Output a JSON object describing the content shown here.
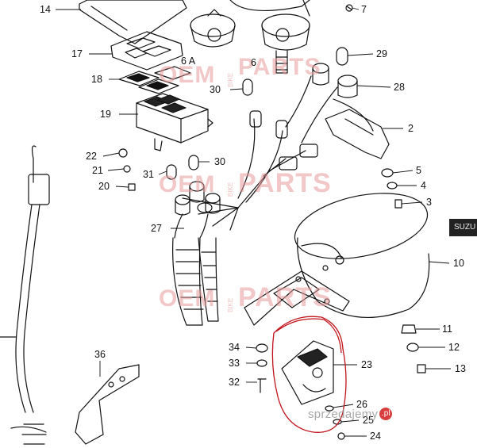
{
  "callouts": [
    {
      "n": "14"
    },
    {
      "n": "17"
    },
    {
      "n": "18"
    },
    {
      "n": "19"
    },
    {
      "n": "22"
    },
    {
      "n": "21"
    },
    {
      "n": "20"
    },
    {
      "n": "6 A"
    },
    {
      "n": "6"
    },
    {
      "n": "7"
    },
    {
      "n": "29"
    },
    {
      "n": "30"
    },
    {
      "n": "28"
    },
    {
      "n": "2"
    },
    {
      "n": "30"
    },
    {
      "n": "31"
    },
    {
      "n": "5"
    },
    {
      "n": "4"
    },
    {
      "n": "3"
    },
    {
      "n": "27"
    },
    {
      "n": "10"
    },
    {
      "n": "36"
    },
    {
      "n": "34"
    },
    {
      "n": "33"
    },
    {
      "n": "32"
    },
    {
      "n": "11"
    },
    {
      "n": "12"
    },
    {
      "n": "13"
    },
    {
      "n": "23"
    },
    {
      "n": "26"
    },
    {
      "n": "25"
    },
    {
      "n": "24"
    }
  ],
  "watermarks": {
    "brand_main": "OEM",
    "brand_side": "BIKE",
    "brand_parts": "PARTS"
  },
  "side_tab": "SUZU",
  "footer_watermark": {
    "text": "sprzedajemy",
    "badge": ".pl"
  },
  "colors": {
    "ink": "#111111",
    "watermark": "#e79a9a",
    "highlight": "#c0141c",
    "badge": "#d21d1d"
  }
}
